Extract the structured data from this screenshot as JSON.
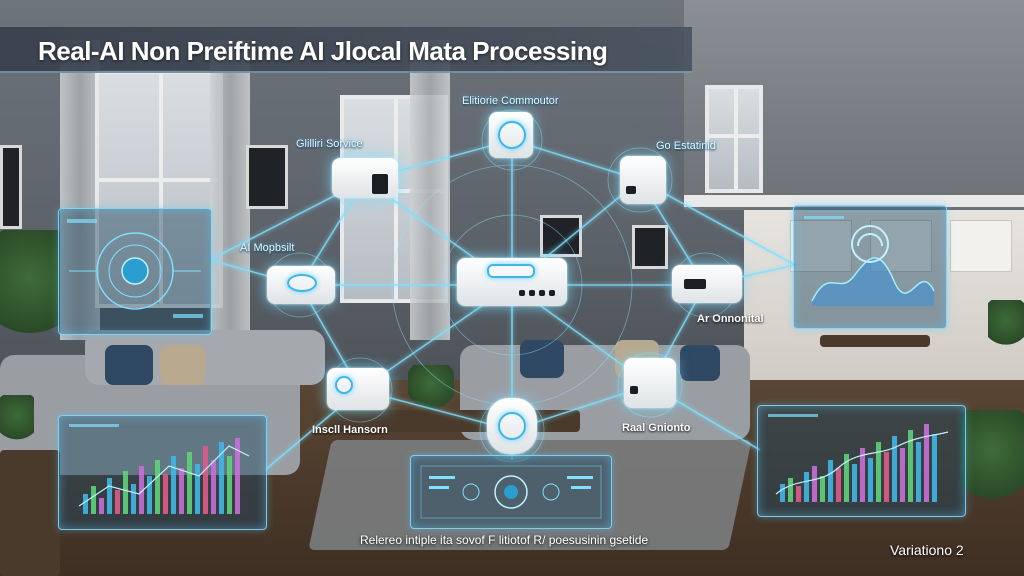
{
  "title": "Real-AI Non Preiftime AI Jlocal Mata Processing",
  "caption": "Relereo intiple ita sovof F litiotof R/ poesusinin gsetide",
  "watermark": "Variationo 2",
  "device_labels": {
    "top": "Elitiorie Commoutor",
    "upper_left": "Glilliri Sorvice",
    "upper_right": "Go Estatinid",
    "left": "AI Mopbsilt",
    "right": "Ar Onnonital",
    "lower_left": "Inscll Hansorn",
    "lower_right": "Raal Gnionto"
  },
  "colors": {
    "glow": "#5fd2ff",
    "line": "#7fe0ff",
    "banner": "#37404c"
  }
}
